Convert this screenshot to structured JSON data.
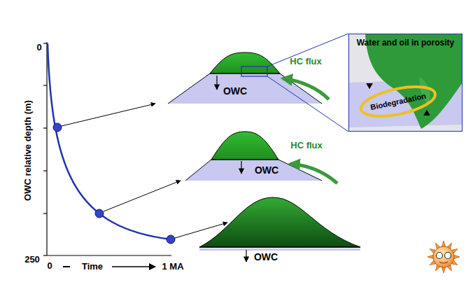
{
  "diagram": {
    "nodes": [
      {
        "text": [
          "Water and oil in porosity"
        ]
      },
      {
        "text": [
          "Biodegradation"
        ],
        "in": 0
      }
    ],
    "labels": [
      "0",
      "250",
      "OWC relative depth (m)",
      "0",
      "Time",
      "1 MA",
      "OWC",
      "HC flux",
      "OWC",
      "HC flux",
      "OWC"
    ]
  }
}
